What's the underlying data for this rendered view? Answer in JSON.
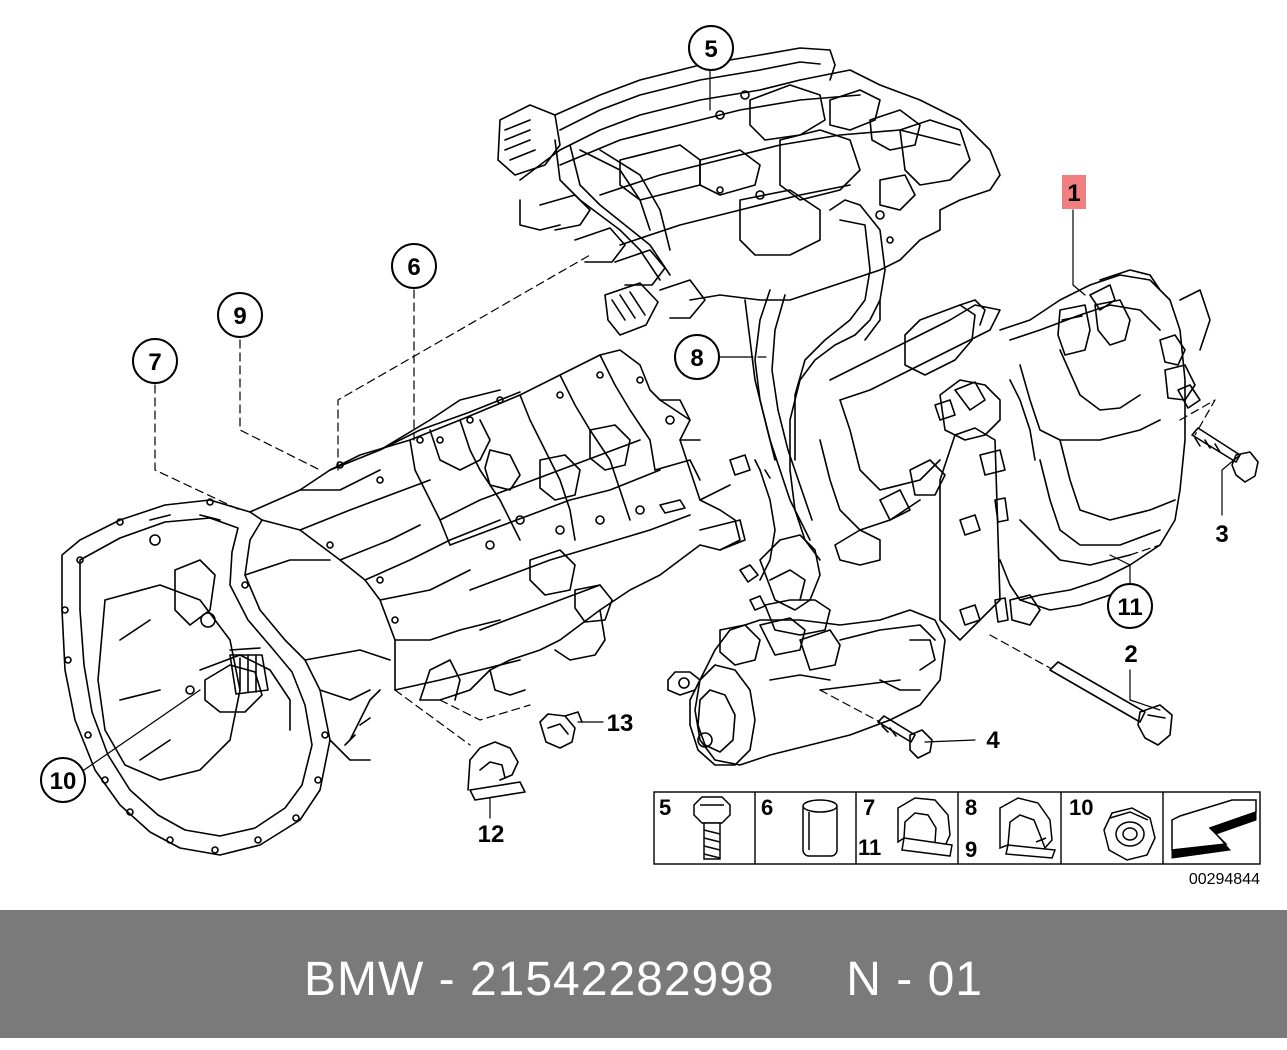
{
  "callouts": {
    "c1": "1",
    "c2": "2",
    "c3": "3",
    "c4": "4",
    "c5": "5",
    "c6": "6",
    "c7": "7",
    "c8": "8",
    "c9": "9",
    "c10": "10",
    "c11": "11",
    "c12": "12",
    "c13": "13"
  },
  "legend": {
    "cells": [
      {
        "labels": [
          "5"
        ],
        "icon": "bolt-icon"
      },
      {
        "labels": [
          "6"
        ],
        "icon": "sleeve-icon"
      },
      {
        "labels": [
          "7",
          "11"
        ],
        "icon": "clip-icon"
      },
      {
        "labels": [
          "8",
          "9"
        ],
        "icon": "clip-bracket-icon"
      },
      {
        "labels": [
          "10"
        ],
        "icon": "nut-icon"
      },
      {
        "labels": [],
        "icon": "arrow-icon"
      }
    ]
  },
  "diagram_number": "00294844",
  "footer": {
    "text": "BMW - 21542282998     N - 01"
  },
  "colors": {
    "highlight": "#f08080",
    "footer_bg": "#7a7a7a"
  }
}
